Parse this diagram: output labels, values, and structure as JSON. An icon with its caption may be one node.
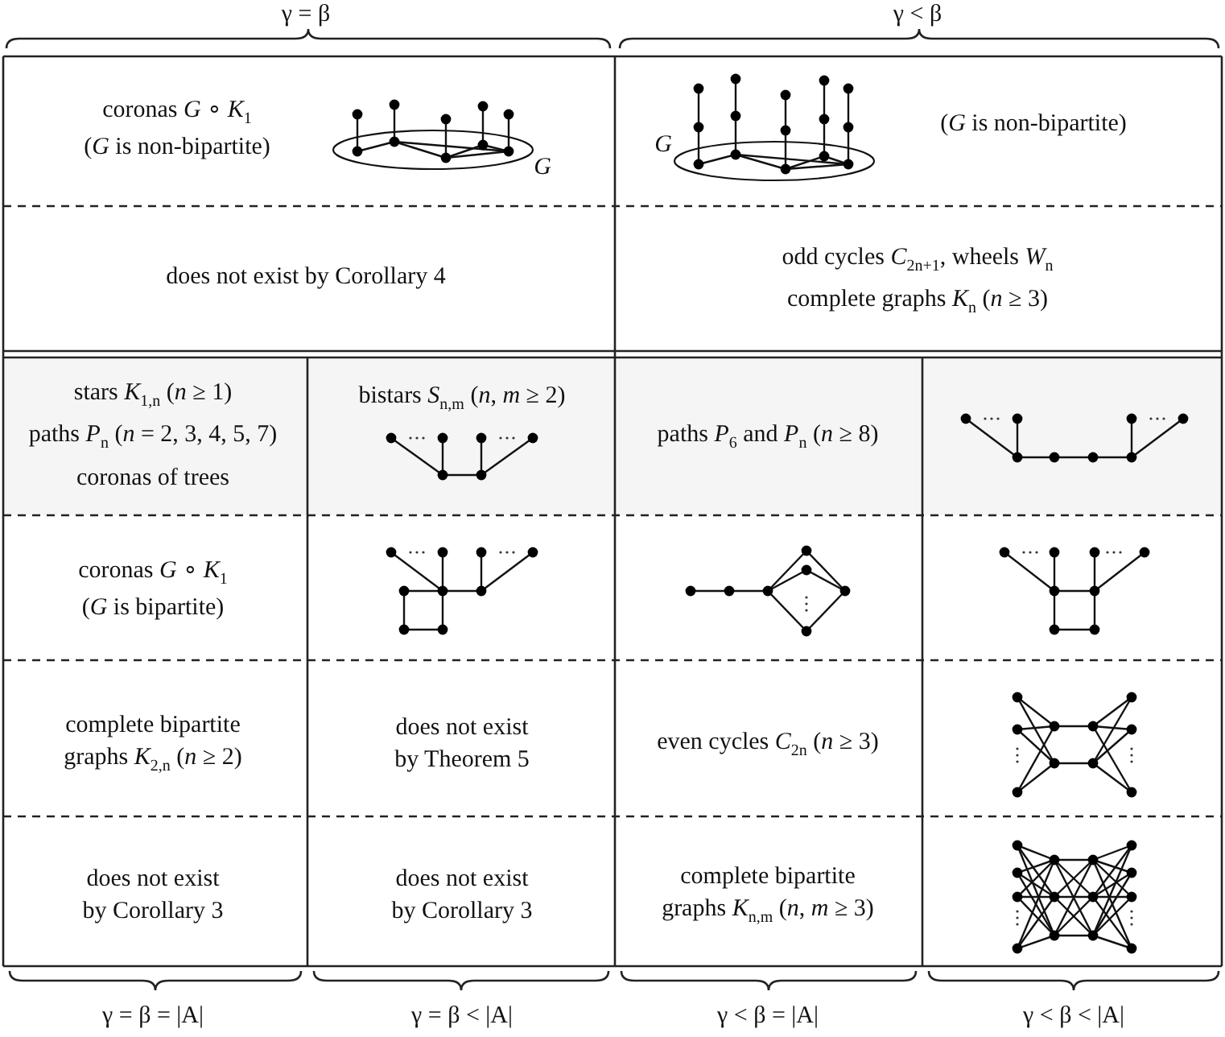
{
  "diagram": {
    "labels": [
      "γ = β",
      "γ < β",
      "coronas *G* ∘ *K*$_{1}$ (*G* is non-bipartite)",
      "G",
      "G",
      "(*G* is non-bipartite)",
      "does not exist by Corollary 4",
      "odd cycles *C*$_{2n+1}$, wheels *W*$_{n}$",
      "complete graphs *K*$_{n}$ (*n* ≥ 3)",
      "stars *K*$_{1,n}$ (*n* ≥ 1)",
      "paths *P*$_{n}$ (*n* = 2, 3, 4, 5, 7)",
      "coronas of trees",
      "bistars *S*$_{n,m}$ (*n*, *m* ≥ 2)",
      "paths *P*$_{6}$ and *P*$_{n}$ (*n* ≥ 8)",
      "coronas *G* ∘ *K*$_{1}$ (*G* is bipartite)",
      "complete bipartite graphs *K*$_{2,n}$ (*n* ≥ 2)",
      "does not exist by Theorem 5",
      "even cycles *C*$_{2n}$ (*n* ≥ 3)",
      "does not exist by Corollary 3",
      "does not exist by Corollary 3",
      "complete bipartite graphs *K*$_{n,m}$ (*n*, *m* ≥ 3)",
      "γ = β = |A|",
      "γ = β < |A|",
      "γ < β = |A|",
      "γ < β < |A|"
    ]
  }
}
